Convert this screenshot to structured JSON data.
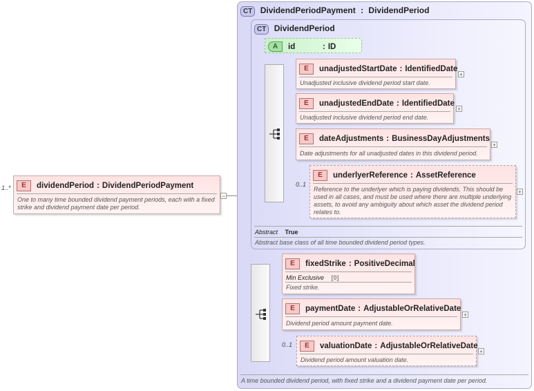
{
  "root": {
    "cardinality": "1..*",
    "badge": "E",
    "name": "dividendPeriod",
    "type": "DividendPeriodPayment",
    "description": "One to many time bounded dividend payment periods, each with a fixed strike and dividend payment date per period.",
    "toggle": "−"
  },
  "outer_type": {
    "badge": "CT",
    "name": "DividendPeriodPayment",
    "base": "DividendPeriod",
    "description": "A time bounded dividend period, with fixed strike and a dividend payment date per period."
  },
  "inner_type": {
    "badge": "CT",
    "name": "DividendPeriod",
    "attribute": {
      "badge": "A",
      "name": "id",
      "type": "ID"
    },
    "elements": [
      {
        "badge": "E",
        "name": "unadjustedStartDate",
        "type": "IdentifiedDate",
        "description": "Unadjusted inclusive dividend period start date.",
        "cardinality": ""
      },
      {
        "badge": "E",
        "name": "unadjustedEndDate",
        "type": "IdentifiedDate",
        "description": "Unadjusted inclusive dividend period end date.",
        "cardinality": ""
      },
      {
        "badge": "E",
        "name": "dateAdjustments",
        "type": "BusinessDayAdjustments",
        "description": "Date adjustments for all unadjusted dates in this dividend period.",
        "cardinality": ""
      },
      {
        "badge": "E",
        "name": "underlyerReference",
        "type": "AssetReference",
        "description": "Reference to the underlyer which is paying dividends. This should be used in all cases, and must be used where there are multiple underlying assets, to avoid any ambiguity about which asset the dividend period relates to.",
        "cardinality": "0..1"
      }
    ],
    "abstract_label": "Abstract",
    "abstract_value": "True",
    "description": "Abstract base class of all time bounded dividend period types."
  },
  "ext_elements": [
    {
      "badge": "E",
      "name": "fixedStrike",
      "type": "PositiveDecimal",
      "facet_label": "Min Exclusive",
      "facet_value": "[0]",
      "description": "Fixed strike.",
      "cardinality": ""
    },
    {
      "badge": "E",
      "name": "paymentDate",
      "type": "AdjustableOrRelativeDate",
      "description": "Dividend period amount payment date.",
      "cardinality": ""
    },
    {
      "badge": "E",
      "name": "valuationDate",
      "type": "AdjustableOrRelativeDate",
      "description": "Dividend period amount valuation date.",
      "cardinality": "0..1"
    }
  ],
  "plus": "+",
  "sep": ":"
}
